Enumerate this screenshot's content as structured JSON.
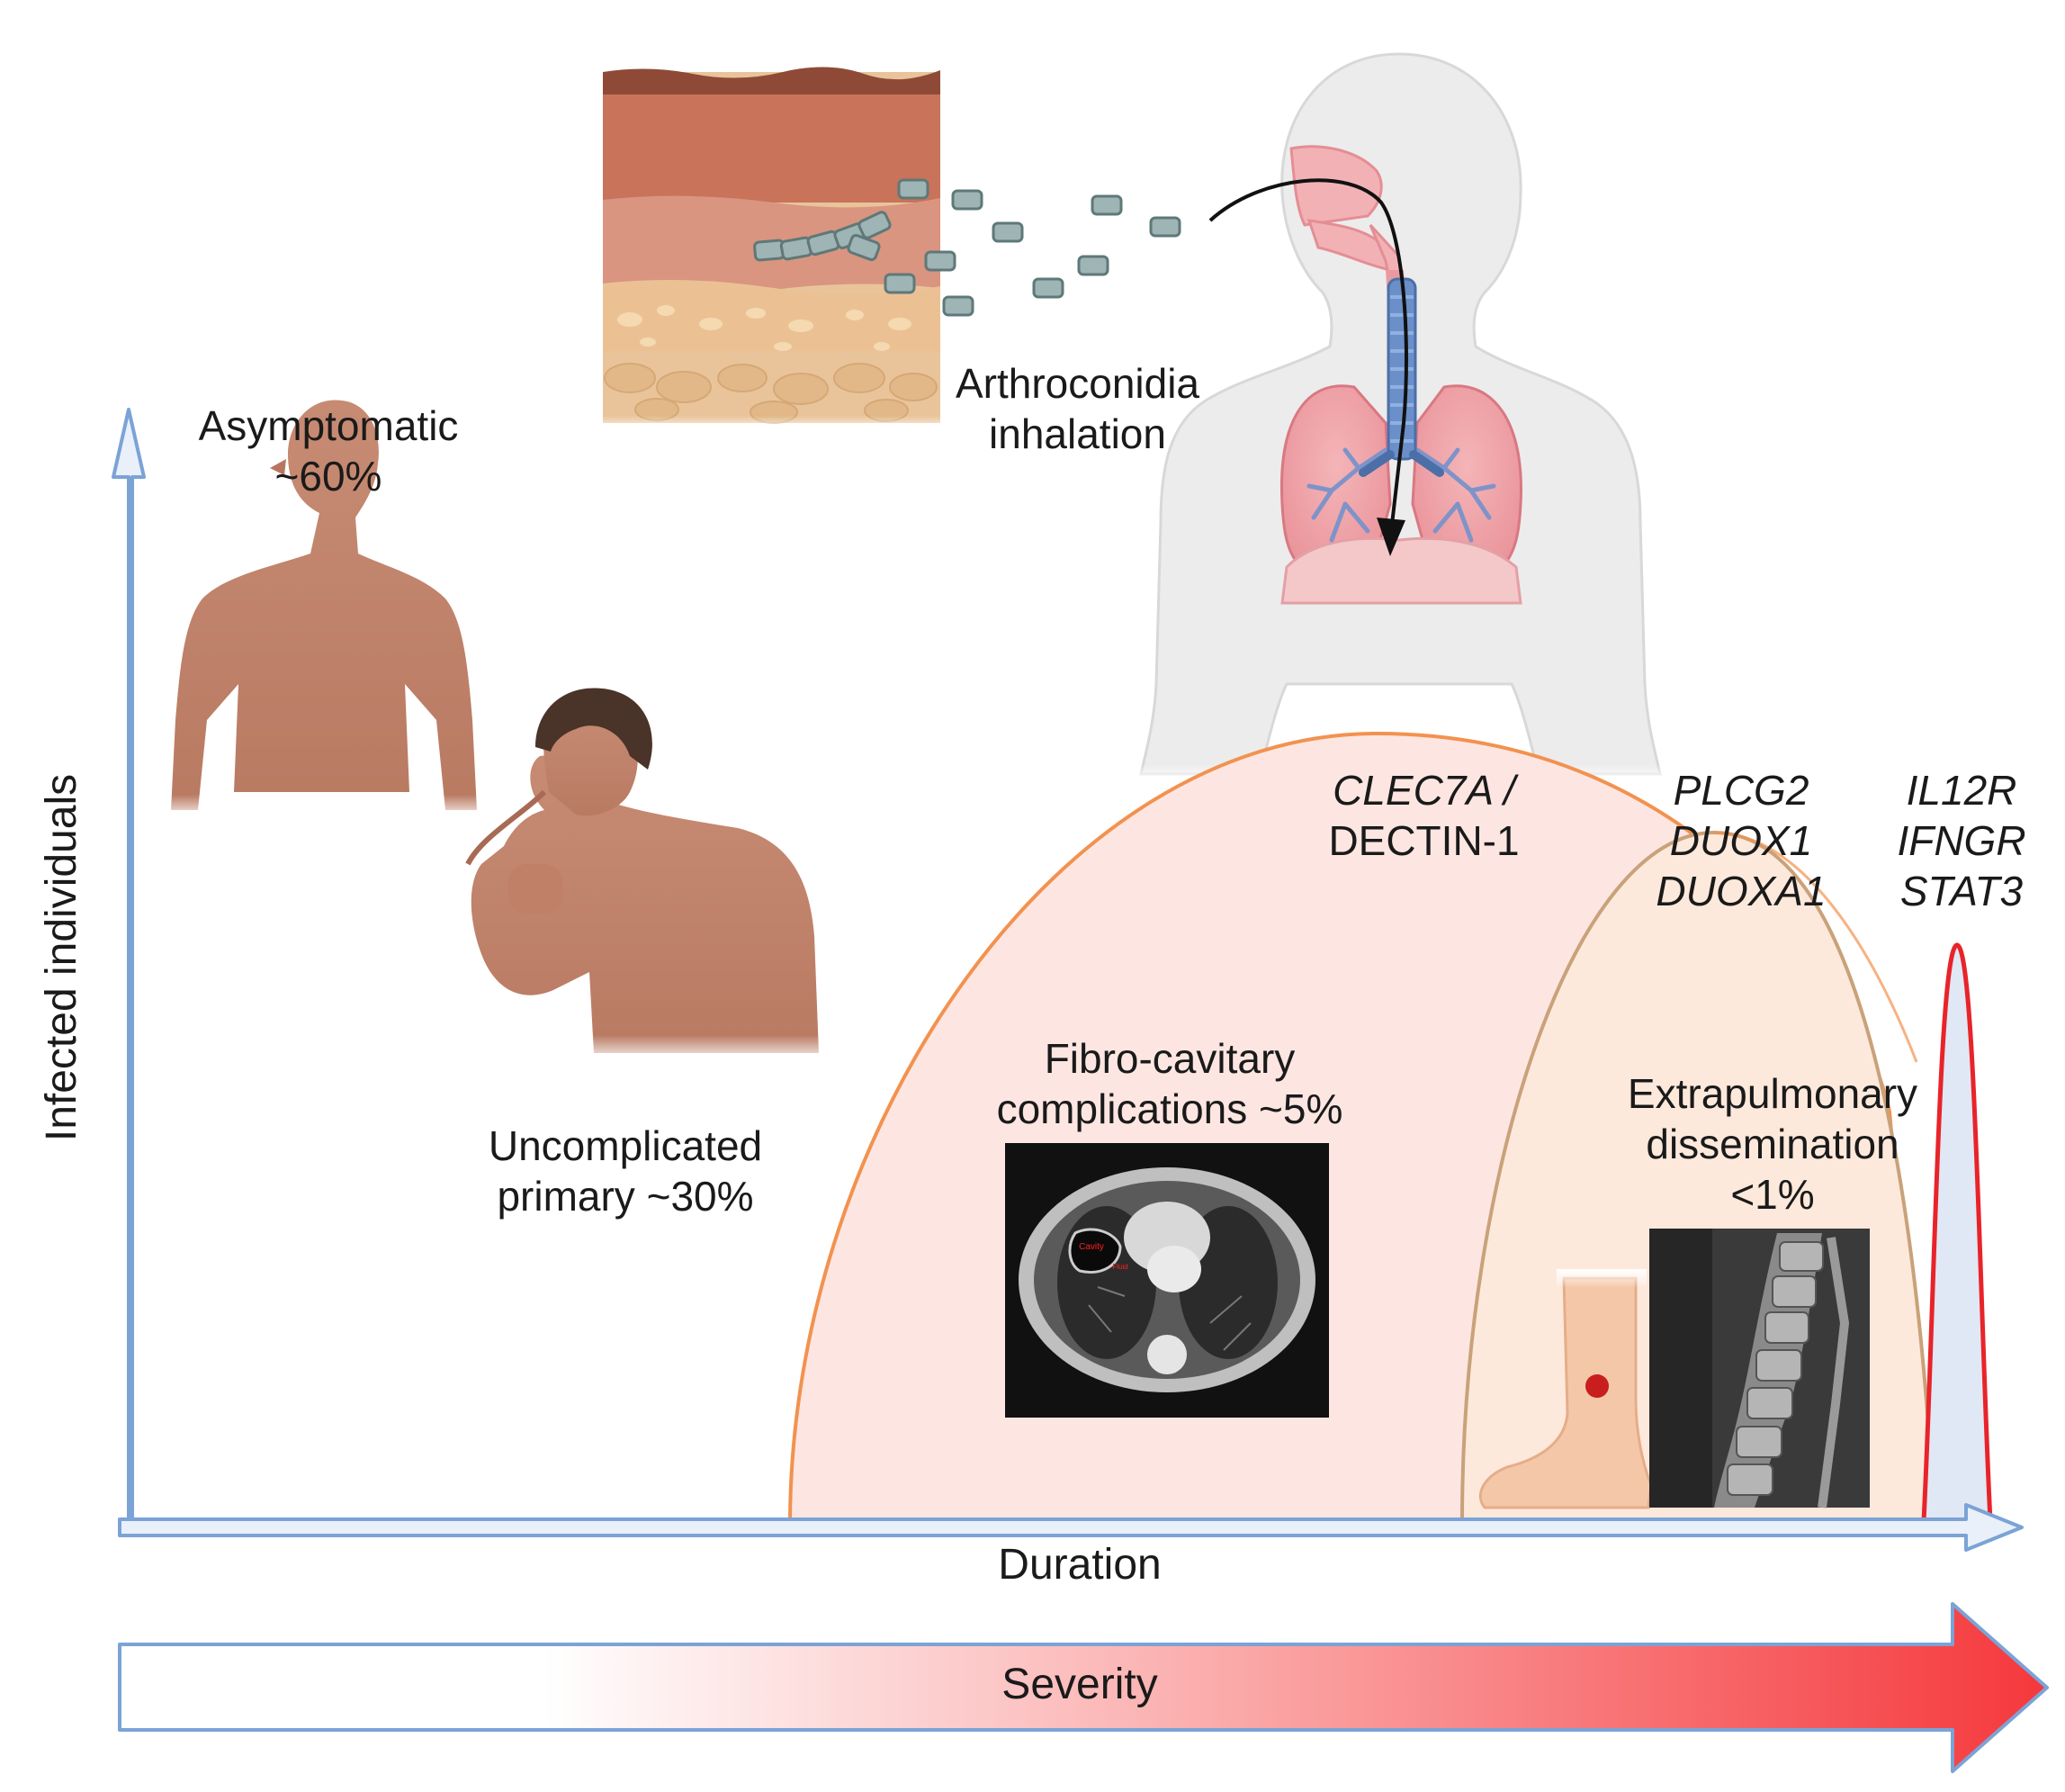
{
  "labels": {
    "asymptomatic": "Asymptomatic",
    "asymptomatic_pct": "~60%",
    "arthroconidia_1": "Arthroconidia",
    "arthroconidia_2": "inhalation",
    "uncomplicated_1": "Uncomplicated",
    "uncomplicated_2": "primary ~30%",
    "fibro_1": "Fibro-cavitary",
    "fibro_2": "complications ~5%",
    "extra_1": "Extrapulmonary",
    "extra_2": "dissemination",
    "extra_3": "<1%",
    "x_axis": "Duration",
    "y_axis": "Infected individuals",
    "severity": "Severity"
  },
  "genes": {
    "clec7a": "CLEC7A /",
    "dectin": "DECTIN-1",
    "plcg2": "PLCG2",
    "duox1": "DUOX1",
    "duoxa1": "DUOXA1",
    "il12r": "IL12R",
    "ifngr": "IFNGR",
    "stat3": "STAT3"
  },
  "ct_scan": {
    "cavity_label": "Cavity",
    "secondary_label": "Fluid"
  },
  "colors": {
    "axis": "#7ba3d6",
    "curve_fibro": "#f2924f",
    "curve_extra": "#c9a27a",
    "curve_rare": "#e8242a",
    "fill_fibro": "#fde6e2",
    "fill_extra": "#fde9dc",
    "skin": "#c48770",
    "severity_end": "#f5383c"
  }
}
